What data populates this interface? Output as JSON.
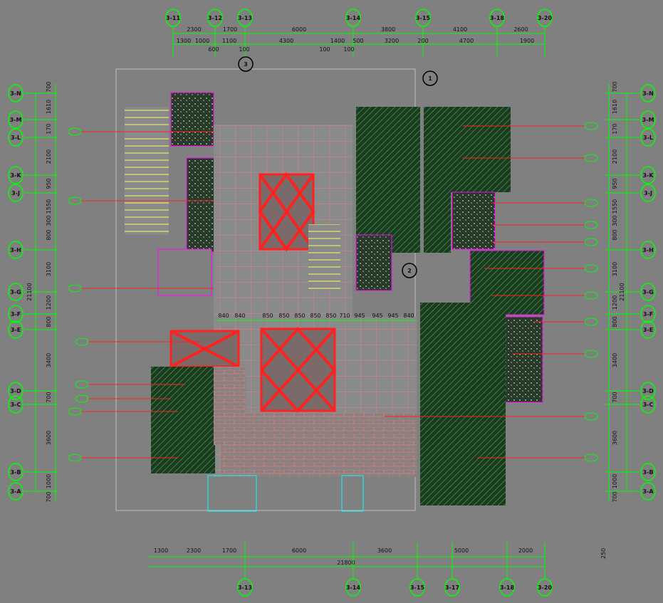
{
  "drawing": {
    "title": "Floor plan (CAD)",
    "top_axes": [
      "3-11",
      "3-12",
      "3-13",
      "3-14",
      "3-15",
      "3-18",
      "3-20"
    ],
    "top_dims_row1": [
      "2300",
      "1700",
      "6000",
      "3800",
      "4100",
      "2600"
    ],
    "top_dims_row2": [
      "1300",
      "1000",
      "600",
      "1100",
      "100",
      "4300",
      "100",
      "1400",
      "100",
      "500",
      "3200",
      "200",
      "4700",
      "1900"
    ],
    "side_axes": [
      "3-N",
      "3-M",
      "3-L",
      "3-K",
      "3-J",
      "3-H",
      "3-G",
      "3-F",
      "3-E",
      "3-D",
      "3-C",
      "3-B",
      "3-A"
    ],
    "side_dims": [
      "700",
      "1610",
      "170",
      "2100",
      "950",
      "1550",
      "300",
      "800",
      "3100",
      "1200",
      "800",
      "3400",
      "700",
      "3600",
      "1000",
      "700"
    ],
    "side_total": "21100",
    "bottom_axes": [
      "3-13",
      "3-14",
      "3-15",
      "3-17",
      "3-18",
      "3-20"
    ],
    "bottom_dims": [
      "1300",
      "2300",
      "1700",
      "6000",
      "3600",
      "5000",
      "2000"
    ],
    "bottom_total": "21800",
    "interior_dims": [
      "840",
      "840",
      "850",
      "850",
      "850",
      "850",
      "850",
      "710",
      "945",
      "945",
      "945",
      "840"
    ],
    "section_marks": [
      "3",
      "1",
      "2"
    ],
    "scale_note": "250",
    "colors": {
      "background": "#808080",
      "axis": "#00ff00",
      "wall": "#ff00ff",
      "tile": "#ff8080",
      "marble": "#ff2020",
      "hatch": "#0d3d1a"
    }
  }
}
